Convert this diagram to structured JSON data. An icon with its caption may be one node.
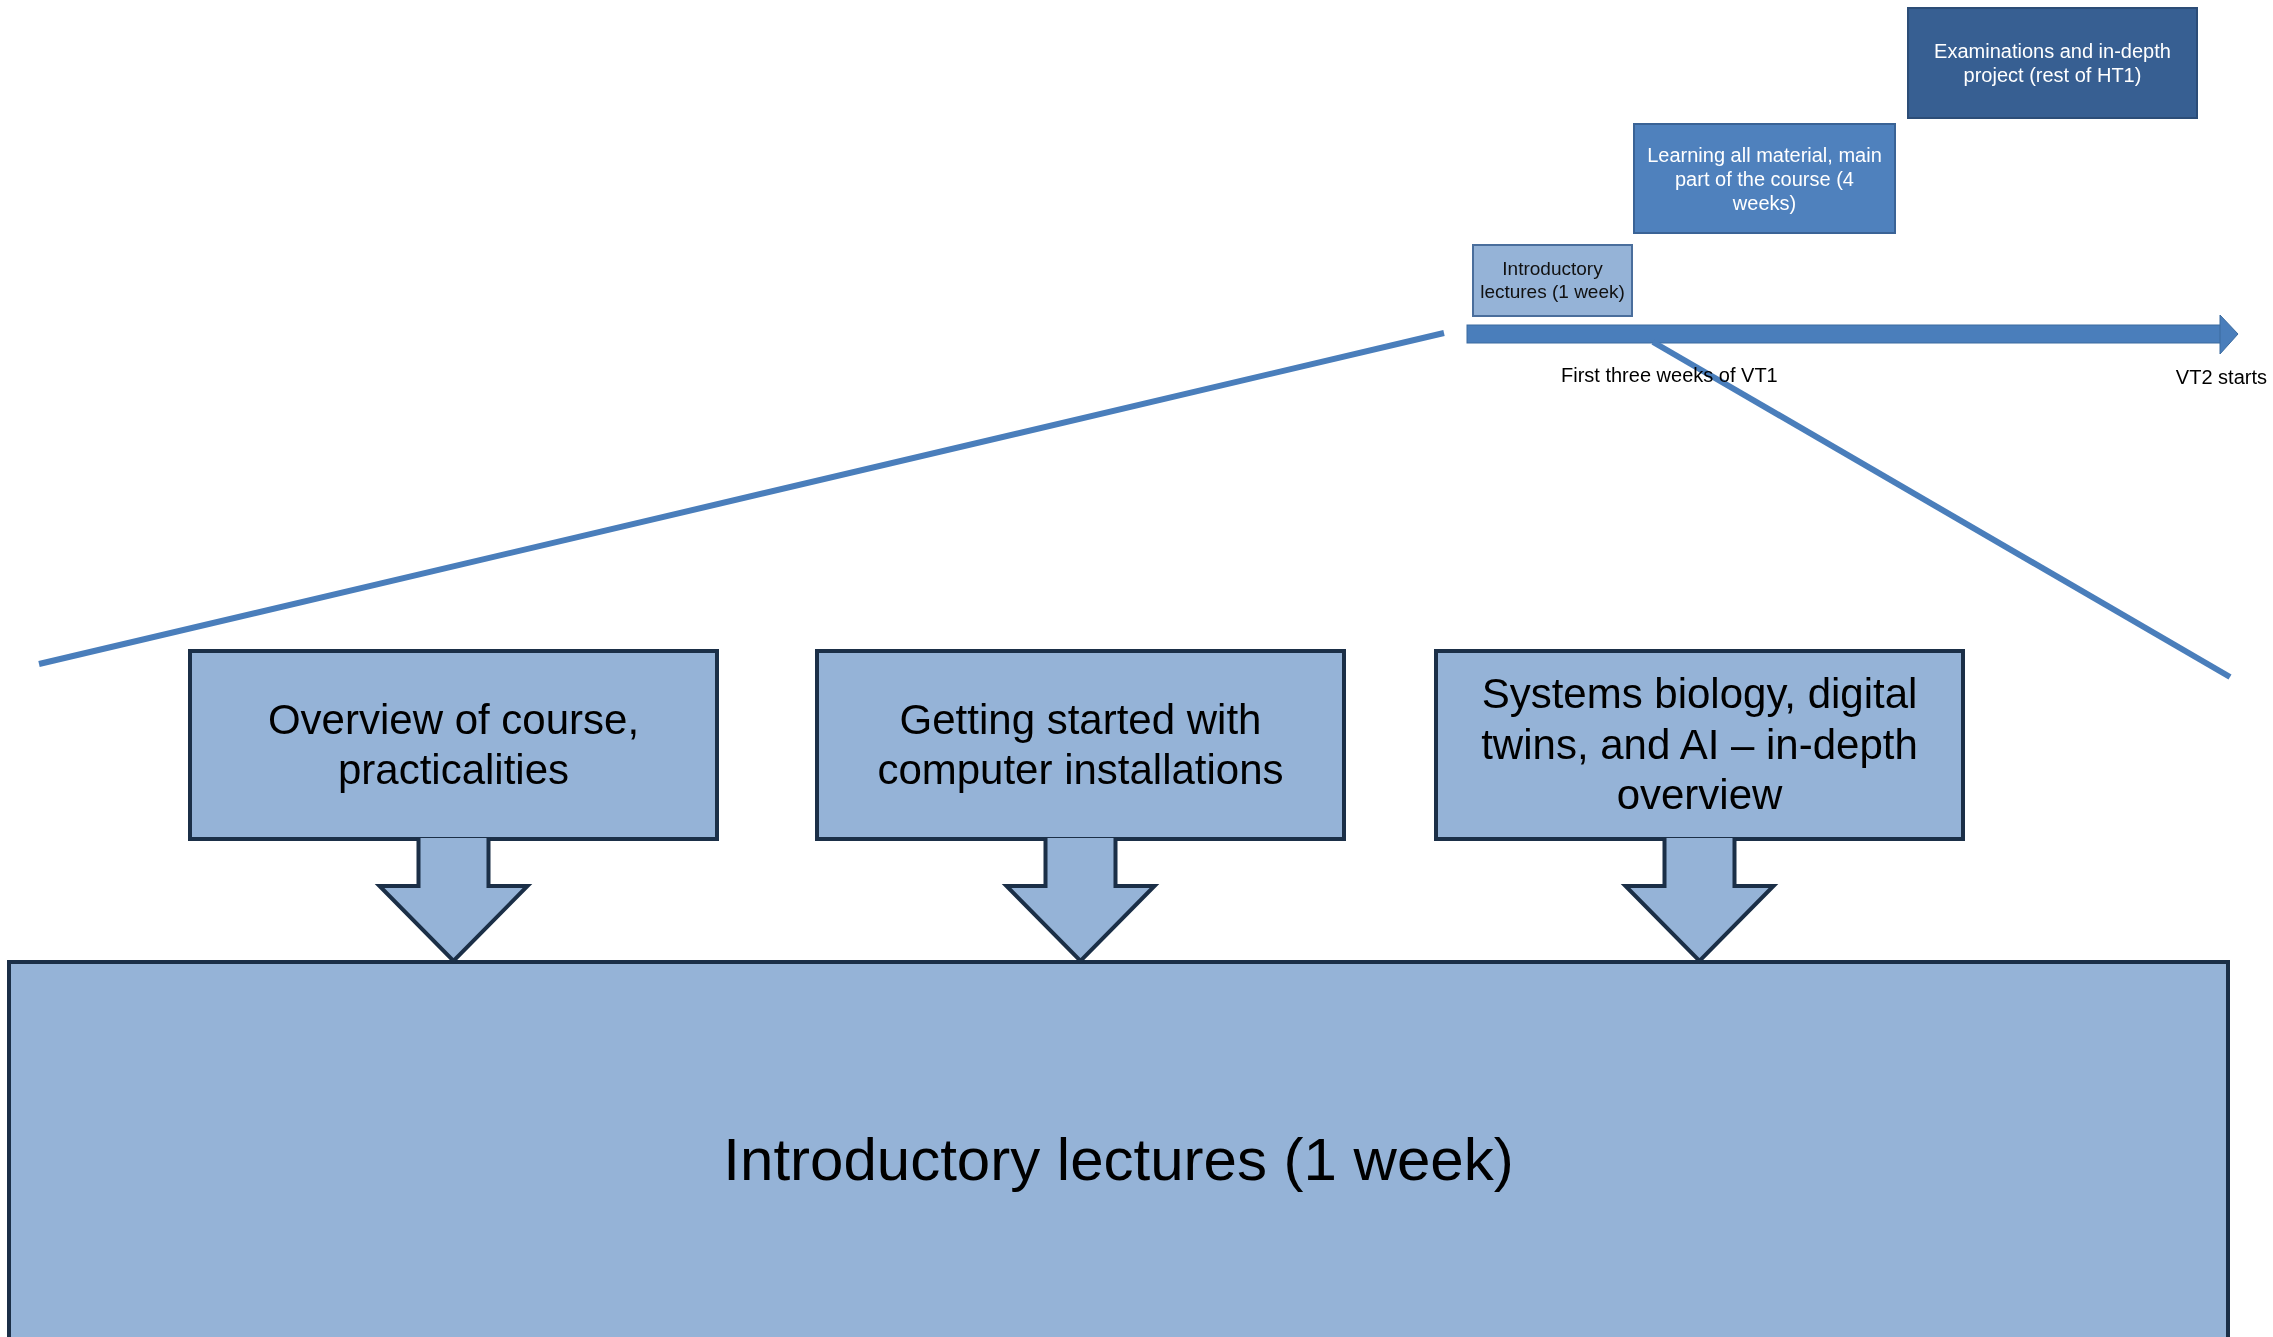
{
  "diagram": {
    "nodes": [
      {
        "text": [
          "Examinations and in-depth project (rest of HT1)"
        ]
      },
      {
        "text": [
          "Learning all material, main part of the course (4 weeks)"
        ]
      },
      {
        "text": [
          "Introductory lectures (1 week)"
        ]
      },
      {
        "text": [
          "Overview of course, practicalities"
        ]
      },
      {
        "text": [
          "Getting started with computer installations"
        ]
      },
      {
        "text": [
          "Systems biology, digital twins, and AI – in-depth overview"
        ]
      },
      {
        "text": [
          "Introductory lectures (1 week)"
        ]
      }
    ],
    "edges": [
      {
        "from": 3,
        "to": 6,
        "arrow": "to"
      },
      {
        "from": 4,
        "to": 6,
        "arrow": "to"
      },
      {
        "from": 5,
        "to": 6,
        "arrow": "to"
      }
    ],
    "labels": [
      "First three weeks of VT1",
      "VT2 starts"
    ]
  }
}
